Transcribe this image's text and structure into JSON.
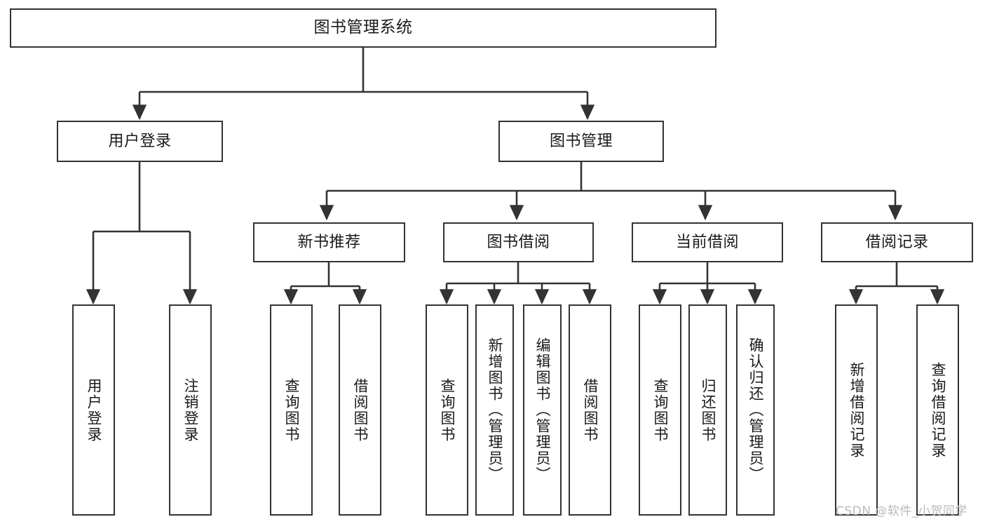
{
  "diagram": {
    "title": "图书管理系统",
    "watermark": "CSDN @软件_小贺同学",
    "colors": {
      "box_border": "#333333",
      "box_fill": "#ffffff",
      "edge": "#333333",
      "text": "#1a1a1a",
      "watermark": "#b9b9b9",
      "background": "#ffffff"
    },
    "nodes": {
      "root": {
        "label": "图书管理系统"
      },
      "level2": [
        {
          "label": "用户登录"
        },
        {
          "label": "图书管理"
        }
      ],
      "level3": [
        {
          "label": "新书推荐"
        },
        {
          "label": "图书借阅"
        },
        {
          "label": "当前借阅"
        },
        {
          "label": "借阅记录"
        }
      ],
      "leaves_user_login": [
        {
          "label": "用户登录"
        },
        {
          "label": "注销登录"
        }
      ],
      "leaves_new_book": [
        {
          "label": "查询图书"
        },
        {
          "label": "借阅图书"
        }
      ],
      "leaves_borrow": [
        {
          "label": "查询图书"
        },
        {
          "label": "新增图书（管理员）"
        },
        {
          "label": "编辑图书（管理员）"
        },
        {
          "label": "借阅图书"
        }
      ],
      "leaves_current": [
        {
          "label": "查询图书"
        },
        {
          "label": "归还图书"
        },
        {
          "label": "确认归还（管理员）"
        }
      ],
      "leaves_record": [
        {
          "label": "新增借阅记录"
        },
        {
          "label": "查询借阅记录"
        }
      ]
    }
  }
}
